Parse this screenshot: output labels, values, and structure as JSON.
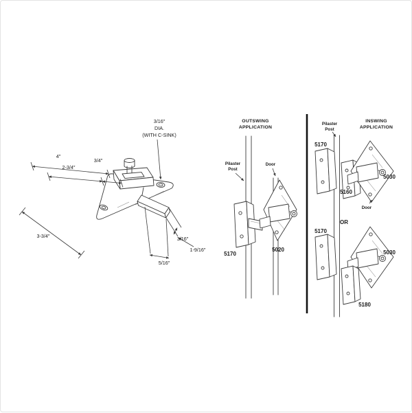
{
  "detail": {
    "dia_line1": "3/16″",
    "dia_line2": "DIA.",
    "dia_line3": "(WITH C-SINK)",
    "width_overall": "4″",
    "width_inner": "2-3/4″",
    "width_offset": "3/4″",
    "height_side": "3-3/4″",
    "thickness": "3/16″",
    "bolt_length": "1-9/16″",
    "bolt_width": "5/16″"
  },
  "outswing": {
    "title1": "OUTSWING",
    "title2": "APPLICATION",
    "pilaster1": "Pilaster",
    "pilaster2": "Post",
    "door": "Door",
    "keeper": "5170",
    "latch": "5020"
  },
  "inswing": {
    "title1": "INSWING",
    "title2": "APPLICATION",
    "pilaster1": "Pilaster",
    "pilaster2": "Post",
    "bracket_top": "5170",
    "latch_top": "5030",
    "keeper_top": "5160",
    "door": "Door",
    "or": "OR",
    "bracket_bottom": "5170",
    "latch_bottom": "5030",
    "keeper_bottom": "5180"
  }
}
